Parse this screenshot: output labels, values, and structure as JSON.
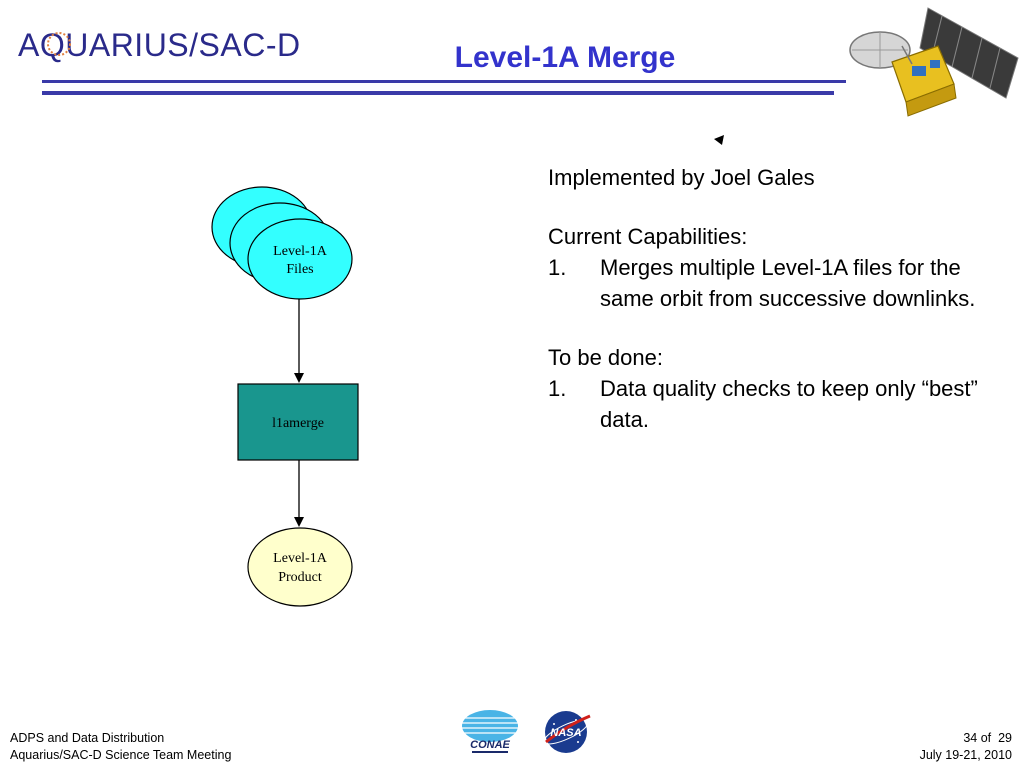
{
  "header": {
    "logo_text": "AQUARIUS/SAC-D",
    "title": "Level-1A Merge"
  },
  "diagram": {
    "input_node": [
      "Level-1A",
      "Files"
    ],
    "process_node": "l1amerge",
    "output_node": [
      "Level-1A",
      "Product"
    ],
    "colors": {
      "input_fill": "#33ffff",
      "process_fill": "#19968e",
      "output_fill": "#ffffcc"
    }
  },
  "content": {
    "implemented_by": "Implemented by Joel Gales",
    "capabilities_heading": "Current Capabilities:",
    "capabilities": [
      {
        "num": "1.",
        "text": "Merges multiple Level-1A files for the same orbit from successive downlinks."
      }
    ],
    "todo_heading": "To be done:",
    "todo": [
      {
        "num": "1.",
        "text": "Data quality checks to keep only “best” data."
      }
    ]
  },
  "footer": {
    "left_line1": "ADPS and Data Distribution",
    "left_line2": "Aquarius/SAC-D Science Team Meeting",
    "page_current": "34",
    "page_of": "of",
    "page_total": "29",
    "date": "July 19-21, 2010",
    "conae_label": "CONAE",
    "nasa_label": "NASA"
  }
}
